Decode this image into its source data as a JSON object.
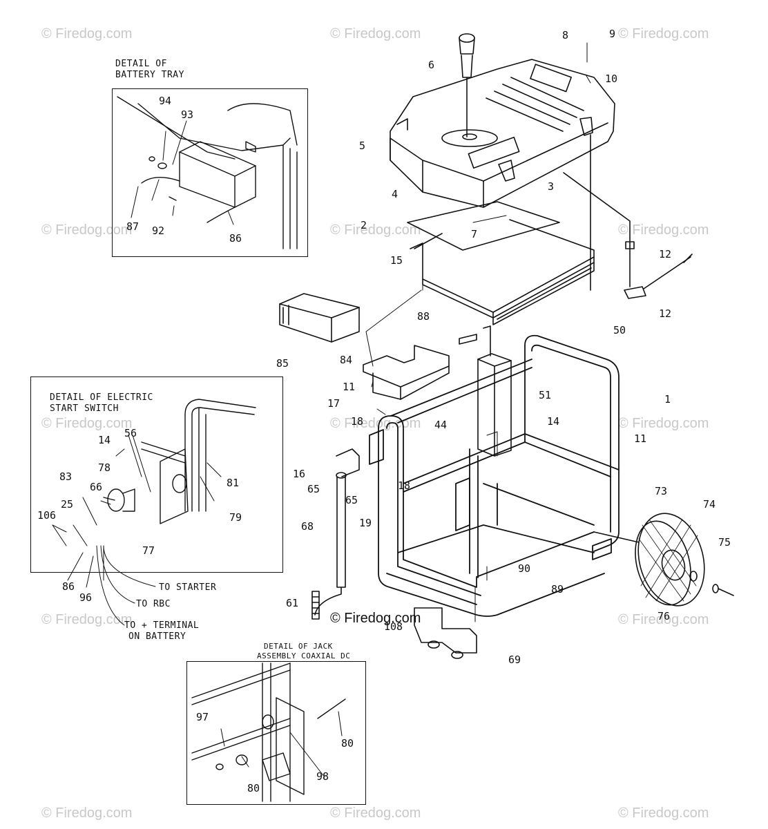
{
  "watermarks": [
    "© Firedog.com",
    "© Firedog.com",
    "© Firedog.com",
    "© Firedog.com",
    "© Firedog.com",
    "© Firedog.com",
    "© Firedog.com",
    "© Firedog.com",
    "© Firedog.com",
    "© Firedog.com",
    "© Firedog.com",
    "© Firedog.com",
    "© Firedog.com",
    "© Firedog.com"
  ],
  "main_watermark": "© Firedog.com",
  "details": {
    "battery_tray": {
      "line1": "DETAIL OF",
      "line2": "BATTERY TRAY"
    },
    "start_switch": {
      "line1": "DETAIL OF ELECTRIC",
      "line2": "START SWITCH"
    },
    "jack": {
      "line1": "DETAIL OF JACK",
      "line2": "ASSEMBLY COAXIAL DC"
    }
  },
  "wire_labels": {
    "to_starter": "TO STARTER",
    "to_rbc": "TO RBC",
    "to_battery_1": "TO + TERMINAL",
    "to_battery_2": "ON BATTERY"
  },
  "part_numbers": [
    "1",
    "2",
    "3",
    "4",
    "5",
    "6",
    "7",
    "8",
    "9",
    "10",
    "11",
    "11",
    "12",
    "12",
    "14",
    "14",
    "15",
    "16",
    "17",
    "18",
    "18",
    "19",
    "25",
    "44",
    "50",
    "51",
    "56",
    "61",
    "65",
    "65",
    "66",
    "68",
    "69",
    "73",
    "74",
    "75",
    "76",
    "77",
    "78",
    "79",
    "80",
    "80",
    "81",
    "83",
    "84",
    "85",
    "86",
    "86",
    "87",
    "88",
    "89",
    "90",
    "92",
    "93",
    "94",
    "96",
    "97",
    "98",
    "106",
    "108"
  ]
}
